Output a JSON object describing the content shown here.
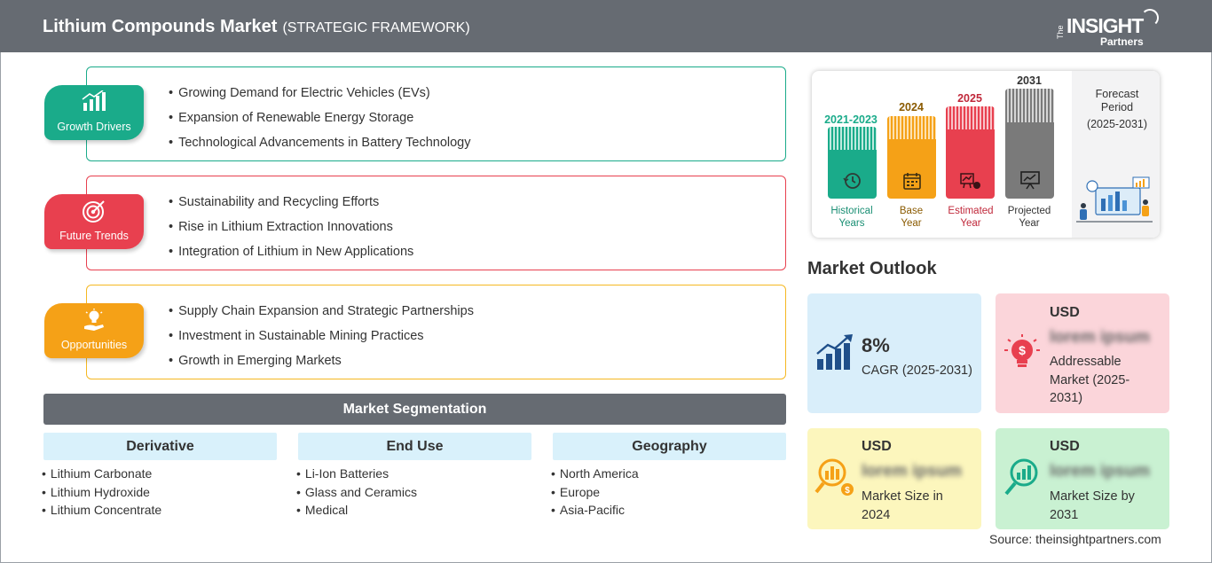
{
  "header": {
    "title": "Lithium Compounds Market",
    "subtitle": "(STRATEGIC FRAMEWORK)",
    "logo": {
      "the": "The",
      "insight": "INSIGHT",
      "partners": "Partners"
    }
  },
  "framework": [
    {
      "badge": "Growth Drivers",
      "color": "#1aab8a",
      "icon": "growth-chart-icon",
      "items": [
        "Growing Demand for Electric Vehicles (EVs)",
        "Expansion of Renewable Energy Storage",
        "Technological Advancements in Battery Technology"
      ]
    },
    {
      "badge": "Future Trends",
      "color": "#e8404f",
      "icon": "target-icon",
      "items": [
        "Sustainability and Recycling Efforts",
        "Rise in Lithium Extraction Innovations",
        "Integration of Lithium in New Applications"
      ]
    },
    {
      "badge": "Opportunities",
      "color": "#f5a117",
      "icon": "lightbulb-hand-icon",
      "items": [
        "Supply Chain Expansion and Strategic Partnerships",
        "Investment in Sustainable Mining Practices",
        "Growth in Emerging Markets"
      ]
    }
  ],
  "segmentation": {
    "title": "Market Segmentation",
    "columns": [
      {
        "heading": "Derivative",
        "items": [
          "Lithium Carbonate",
          "Lithium Hydroxide",
          "Lithium Concentrate"
        ]
      },
      {
        "heading": "End Use",
        "items": [
          "Li-Ion Batteries",
          "Glass and Ceramics",
          "Medical"
        ]
      },
      {
        "heading": "Geography",
        "items": [
          "North America",
          "Europe",
          "Asia-Pacific"
        ]
      }
    ]
  },
  "timeline": {
    "columns": [
      {
        "year": "2021-2023",
        "label_line1": "Historical",
        "label_line2": "Years",
        "color": "#1aab8a",
        "icon": "history-icon"
      },
      {
        "year": "2024",
        "label_line1": "Base",
        "label_line2": "Year",
        "color": "#f5a117",
        "icon": "calendar-icon"
      },
      {
        "year": "2025",
        "label_line1": "Estimated",
        "label_line2": "Year",
        "color": "#e8404f",
        "icon": "estimate-icon"
      },
      {
        "year": "2031",
        "label_line1": "Projected",
        "label_line2": "Year",
        "color": "#7a7a7a",
        "icon": "presentation-icon"
      }
    ],
    "forecast_title_line1": "Forecast",
    "forecast_title_line2": "Period",
    "forecast_range": "(2025-2031)"
  },
  "outlook": {
    "title": "Market Outlook",
    "cagr": {
      "value": "8%",
      "label": "CAGR (2025-2031)",
      "color": "#d9eefa",
      "icon": "rising-bars-icon"
    },
    "addressable": {
      "usd": "USD",
      "value": "lorem ipsum",
      "line1": "Addressable",
      "line2": "Market (2025-",
      "line3": "2031)",
      "color": "#fbd5da",
      "icon": "dollar-bulb-icon"
    },
    "size_2024": {
      "usd": "USD",
      "value": "lorem ipsum",
      "line1": "Market Size in",
      "line2": "2024",
      "color": "#fcf6bd",
      "icon": "magnifier-chart-icon"
    },
    "size_2031": {
      "usd": "USD",
      "value": "lorem ipsum",
      "line1": "Market Size by",
      "line2": "2031",
      "color": "#c9f1d2",
      "icon": "magnifier-growth-icon"
    }
  },
  "source": "Source: theinsightpartners.com"
}
